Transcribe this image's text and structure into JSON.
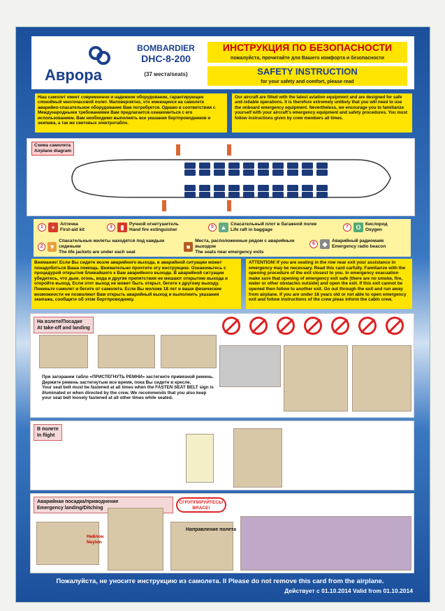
{
  "header": {
    "brand": "Аврора",
    "maker": "BOMBARDIER",
    "model": "DHC-8-200",
    "seats": "(37 места/seats)",
    "title_ru": "ИНСТРУКЦИЯ ПО БЕЗОПАСНОСТИ",
    "subtitle_ru": "пожалуйста, прочитайте для Вашего комфорта и безопасности",
    "title_en": "SAFETY INSTRUCTION",
    "subtitle_en": "for your safety and comfort, please read"
  },
  "intro": {
    "ru": "Наш самолет имеет современное и надежное оборудование, гарантирующее спокойный многочасовой полет. Маловероятно, что имеющееся на самолете аварийно-спасательное оборудование Вам потребуется. Однако в соответствии с Международными требованиями Вам предлагается ознакомиться с его использованием. Вам необходимо выполнять все указания бортпроводников и экипажа, а так же световых электротабло.",
    "en": "Our aircraft are fitted with the latest aviation equipment and are designed for safe and reliable operations. It is therefore extremely unlikely that you will need to use the onboard emergency equipment. Nevertheless, we encourage you to familiarize yourself with your aircraft's emergency equipment and safety procedures. You must follow instructions given by crew members all times."
  },
  "diagram": {
    "label": "Схема самолета\nAirplane diagram"
  },
  "legend": [
    {
      "num": "1",
      "ru": "Аптечка",
      "en": "First-aid kit"
    },
    {
      "num": "3",
      "ru": "Ручной огнетушитель",
      "en": "Hand fire extinguisher"
    },
    {
      "num": "5",
      "ru": "Спасательный плот в багажной полке",
      "en": "Life raft in baggage"
    },
    {
      "num": "7",
      "ru": "Кислород",
      "en": "Oxygen"
    },
    {
      "num": "2",
      "ru": "Спасательные жилеты находятся под каждым сиденьем",
      "en": "The life jackets are under each seat"
    },
    {
      "num": "",
      "ru": "Места, расположенные рядом с аварийным выходом",
      "en": "The seats near emergency exits"
    },
    {
      "num": "6",
      "ru": "Аварийный радиомаяк",
      "en": "Emergency radio beacon"
    }
  ],
  "warning": {
    "ru": "Внимание! Если Вы сидите возле аварийного выхода, в аварийной ситуации может понадобиться Ваша помощь. Внимательно прочтите эту инструкцию. Ознакомьтесь с процедурой открытия ближайшего к Вам аварийного выхода. В аварийной ситуации убедитесь, что дым, огонь, вода и другие препятствия не мешают открытию выхода и откройте выход. Если этот выход не может быть открыт, бегите к другому выходу. Покиньте самолет и бегите от самолета. Если Вы моложе 18 лет и ваши физические возможности не позволяют Вам открыть аварийный выход и выполнить указания экипажа, сообщите об этом бортпроводнику.",
    "en": "ATTENTION! If you are seating in the row near exit your assistance in emergency may be necessary. Read this card carfully. Familiarize with the opening procedure of the exit closest to you. In emergency evacuation make sure that opening of emergency exit safe (there are no smoke, fire, water or other obstacles outside) and open the exit. If this exit cannot be opened then follow to another exit. Go out through the exit and run away from airplane. If you are under 18 years old or not able to open emergency exit and follow instructions of the crew pleas inform the cabin crew."
  },
  "takeoff": {
    "label": "На взлете/Посадке\nAt take-off and landing",
    "text_ru": "При загорании табло «ПРИСТЕГНУТЬ РЕМНИ» застегните привязной ремень. Держите ремень застегнутым все время, пока Вы сидите в кресле.",
    "text_en": "Your seat belt must be fastened at all times when the FASTEN SEAT BELT sign is illuminated or when directed by the crew. We recommends that you also keep your seat belt loosely fastened at all other times while seated."
  },
  "inflight": {
    "label": "В полете\nIn flight"
  },
  "emergency": {
    "label": "Аварийная посадка/приводнение\nEmergency landing/Ditching",
    "brace": "СГРУППИРУЙТЕСЬ!\nBRACE!",
    "direction": "Направление полета",
    "nylon": "Нейлон\nNeylon"
  },
  "footer": {
    "text": "Пожалуйста, не уносите инструкцию из самолета.  II   Please do not remove this card from the airplane.",
    "valid": "Действует с 01.10.2014   Valid from 01.10.2014"
  }
}
